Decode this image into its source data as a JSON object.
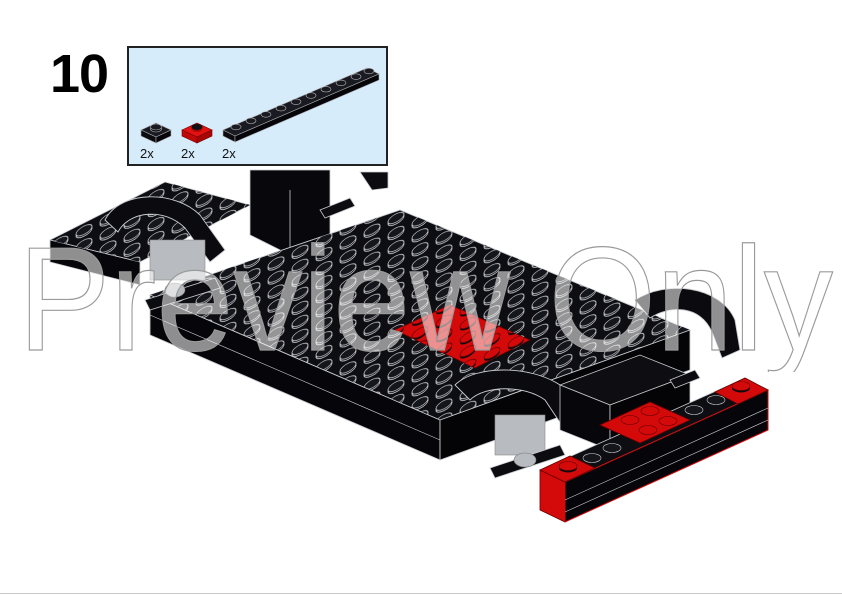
{
  "step": {
    "number": "10"
  },
  "parts_callout": {
    "background": "#d6ecfa",
    "items": [
      {
        "part": "plate-1x1",
        "color_name": "black",
        "color": "#0b0b10",
        "qty": "2x"
      },
      {
        "part": "plate-1x1",
        "color_name": "red",
        "color": "#d40a0a",
        "qty": "2x"
      },
      {
        "part": "plate-1x10",
        "color_name": "black",
        "color": "#0b0b10",
        "qty": "2x"
      }
    ]
  },
  "model": {
    "description": "Black car chassis assembly with red plates and wheel arches",
    "colors": {
      "black": "#0b0b10",
      "red": "#d40a0a",
      "grey": "#b8bcc0",
      "outline": "#cfd2d6"
    }
  },
  "watermark": {
    "text": "Preview Only"
  }
}
